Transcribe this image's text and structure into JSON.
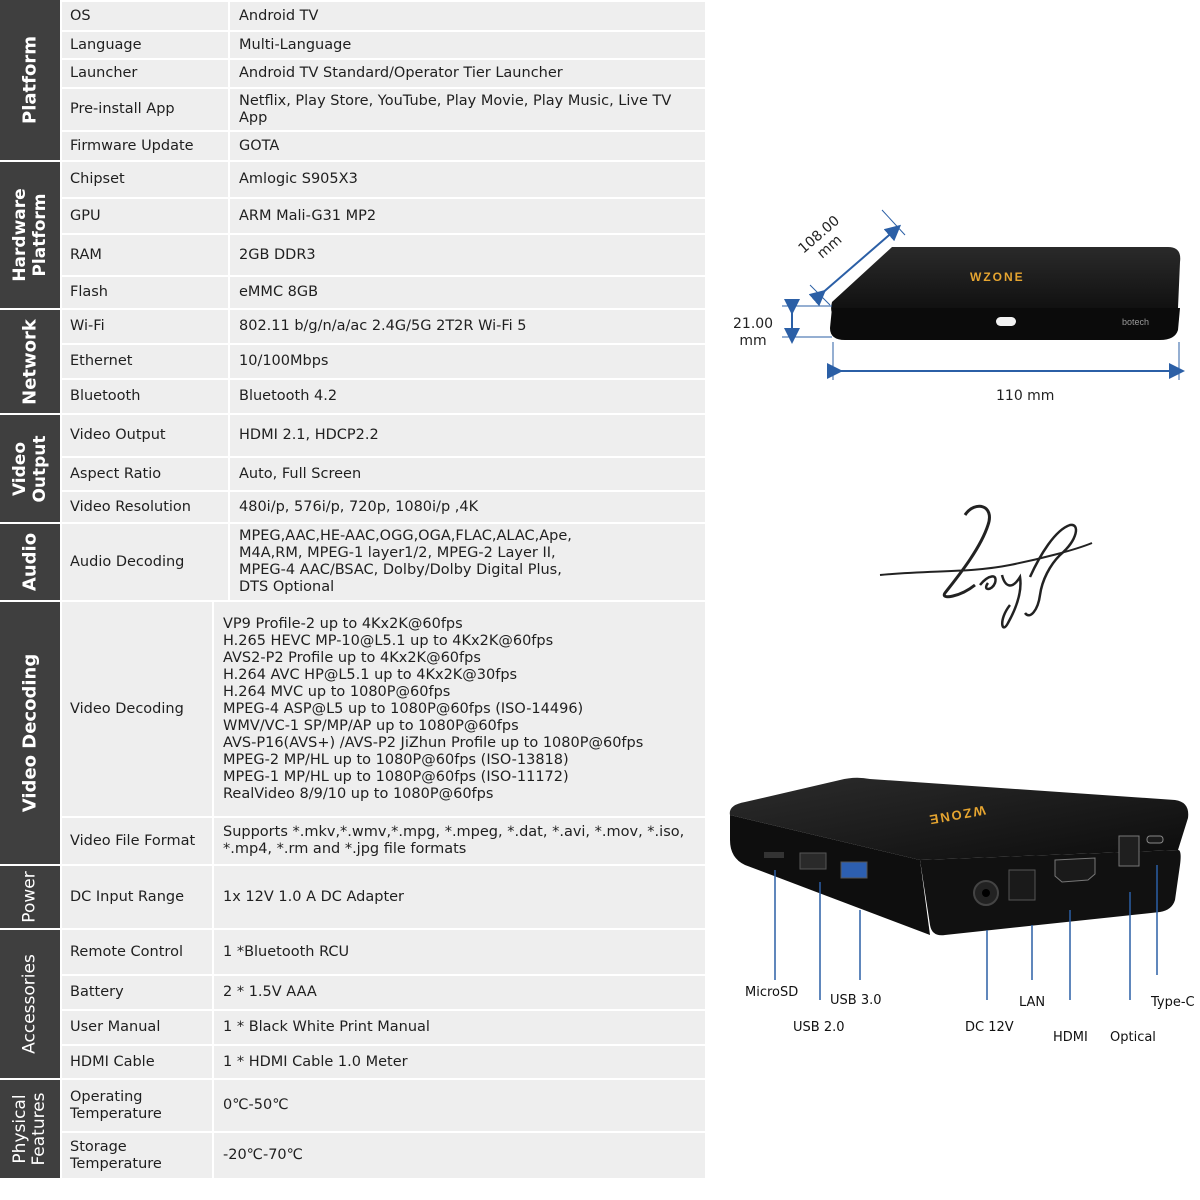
{
  "spec_sections": [
    {
      "id": "platform",
      "title": "Platform",
      "bold": true
    },
    {
      "id": "hardware",
      "title": "Hardware Platform",
      "lines": [
        "Hardware",
        "Platform"
      ],
      "bold": true
    },
    {
      "id": "network",
      "title": "Network",
      "bold": true
    },
    {
      "id": "video_output",
      "title": "Video Output",
      "lines": [
        "Video",
        "Output"
      ],
      "bold": true
    },
    {
      "id": "audio",
      "title": "Audio",
      "bold": true
    },
    {
      "id": "video_decoding",
      "title": "Video Decoding",
      "bold": true
    },
    {
      "id": "power",
      "title": "Power",
      "bold": false
    },
    {
      "id": "accessories",
      "title": "Accessories",
      "bold": false
    },
    {
      "id": "physical",
      "title": "Physical Features",
      "lines": [
        "Physical",
        "Features"
      ],
      "bold": false
    }
  ],
  "rows": {
    "os": {
      "label": "OS",
      "value": "Android TV"
    },
    "language": {
      "label": "Language",
      "value": "Multi-Language"
    },
    "launcher": {
      "label": "Launcher",
      "value": "Android TV Standard/Operator Tier Launcher"
    },
    "preinstall": {
      "label": "Pre-install App",
      "value": "Netflix, Play Store, YouTube, Play Movie, Play Music, Live TV\nApp"
    },
    "firmware": {
      "label": "Firmware Update",
      "value": "GOTA"
    },
    "chipset": {
      "label": "Chipset",
      "value": "Amlogic S905X3"
    },
    "gpu": {
      "label": "GPU",
      "value": "ARM Mali-G31 MP2"
    },
    "ram": {
      "label": "RAM",
      "value": "2GB DDR3"
    },
    "flash": {
      "label": "Flash",
      "value": "eMMC 8GB"
    },
    "wifi": {
      "label": "Wi-Fi",
      "value": "802.11 b/g/n/a/ac 2.4G/5G 2T2R Wi-Fi 5"
    },
    "ethernet": {
      "label": "Ethernet",
      "value": "10/100Mbps"
    },
    "bluetooth": {
      "label": "Bluetooth",
      "value": "Bluetooth 4.2"
    },
    "video_output": {
      "label": "Video Output",
      "value": "HDMI 2.1, HDCP2.2"
    },
    "aspect_ratio": {
      "label": "Aspect Ratio",
      "value": "Auto, Full Screen"
    },
    "video_resolution": {
      "label": "Video Resolution",
      "value": "480i/p, 576i/p, 720p, 1080i/p ,4K"
    },
    "audio_decoding": {
      "label": "Audio Decoding",
      "value": "MPEG,AAC,HE-AAC,OGG,OGA,FLAC,ALAC,Ape,\nM4A,RM, MPEG-1 layer1/2, MPEG-2 Layer II,\nMPEG-4 AAC/BSAC, Dolby/Dolby Digital Plus,\nDTS Optional"
    },
    "video_decoding": {
      "label": "Video Decoding",
      "value": "VP9 Profile-2 up to 4Kx2K@60fps\nH.265 HEVC MP-10@L5.1 up to 4Kx2K@60fps\nAVS2-P2 Profile up to 4Kx2K@60fps\nH.264 AVC HP@L5.1 up to 4Kx2K@30fps\nH.264 MVC up to 1080P@60fps\nMPEG-4 ASP@L5 up to 1080P@60fps (ISO-14496)\nWMV/VC-1 SP/MP/AP up to 1080P@60fps\nAVS-P16(AVS+) /AVS-P2 JiZhun Profile up to 1080P@60fps\nMPEG-2 MP/HL up to 1080P@60fps (ISO-13818)\nMPEG-1 MP/HL up to 1080P@60fps (ISO-11172)\nRealVideo 8/9/10 up to 1080P@60fps"
    },
    "video_file_format": {
      "label": "Video File Format",
      "value": "Supports *.mkv,*.wmv,*.mpg, *.mpeg, *.dat, *.avi, *.mov, *.iso,\n*.mp4, *.rm and *.jpg file formats"
    },
    "dc_input": {
      "label": "DC Input Range",
      "value": "1x 12V 1.0 A DC Adapter"
    },
    "remote": {
      "label": "Remote Control",
      "value": "1 *Bluetooth RCU"
    },
    "battery": {
      "label": "Battery",
      "value": "2 * 1.5V AAA"
    },
    "manual": {
      "label": "User Manual",
      "value": "1 * Black White Print Manual"
    },
    "hdmi_cable": {
      "label": "HDMI Cable",
      "value": "1 * HDMI Cable 1.0 Meter"
    },
    "operating_temp": {
      "label": "Operating\nTemperature",
      "value": "0℃-50℃"
    },
    "storage_temp": {
      "label": "Storage\nTemperature",
      "value": "-20℃-70℃"
    }
  },
  "dimensions": {
    "depth": "108.00\nmm",
    "height": "21.00\nmm",
    "width": "110 mm"
  },
  "device_branding": {
    "logo": "WZONE",
    "front_label": "botech"
  },
  "signature": "Leyf",
  "ports": {
    "microsd": "MicroSD",
    "usb2": "USB 2.0",
    "usb3": "USB 3.0",
    "dc12v": "DC 12V",
    "lan": "LAN",
    "hdmi": "HDMI",
    "optical": "Optical",
    "typec": "Type-C"
  },
  "colors": {
    "section_band": "#3f3f3f",
    "cell_bg": "#eeeeee",
    "dimension_blue": "#2b5fa6",
    "device_body": "#151515"
  }
}
